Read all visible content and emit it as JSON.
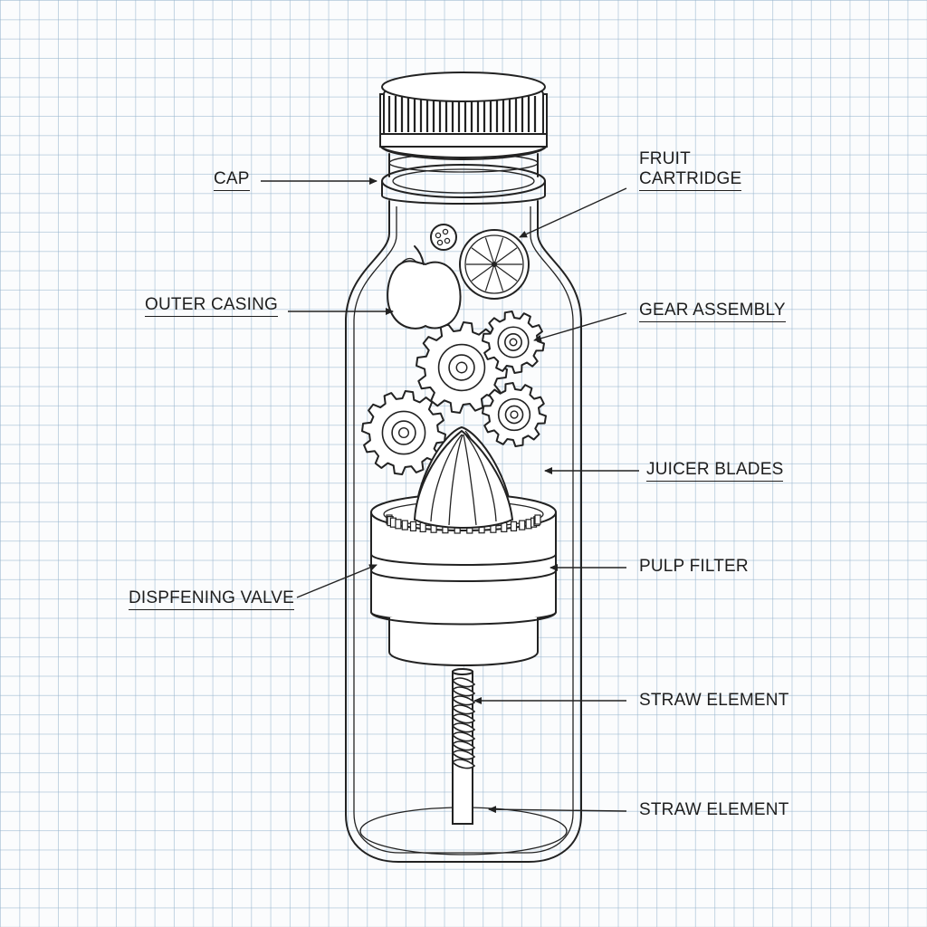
{
  "diagram": {
    "labels": {
      "cap": "CAP",
      "fruit_cartridge_line1": "FRUIT",
      "fruit_cartridge_line2": "CARTRIDGE",
      "outer_casing": "OUTER CASING",
      "gear_assembly": "GEAR ASSEMBLY",
      "juicer_blades": "JUICER BLADES",
      "pulp_filter": "PULP FILTER",
      "dispensing_valve": "DISPFENING VALVE",
      "straw_element_1": "STRAW ELEMENT",
      "straw_element_2": "STRAW ELEMENT"
    },
    "colors": {
      "grid": "#96b4cd",
      "ink": "#222222",
      "background": "#fbfcfd"
    }
  }
}
